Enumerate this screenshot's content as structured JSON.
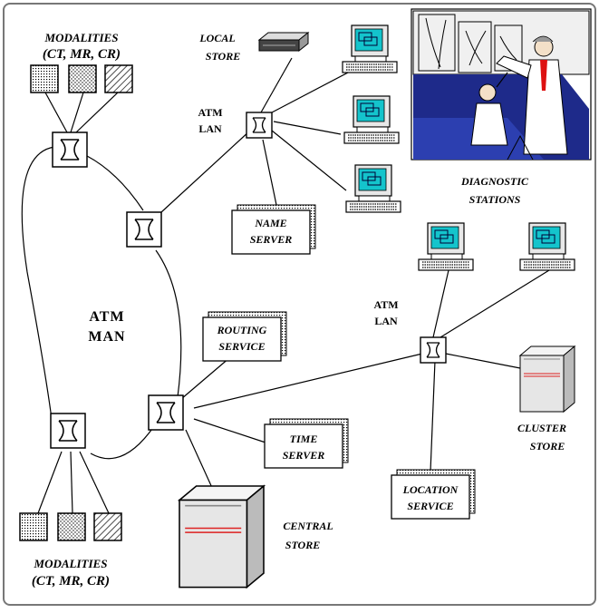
{
  "colors": {
    "frame_border": "#777777",
    "frame_fill": "#ffffff",
    "monitor_screen": "#14c4cc",
    "box_shadow": "#222222"
  },
  "labels": {
    "modalities_top_line1": "MODALITIES",
    "modalities_top_line2": "(CT, MR, CR)",
    "modalities_bottom_line1": "MODALITIES",
    "modalities_bottom_line2": "(CT, MR, CR)",
    "local_store_line1": "LOCAL",
    "local_store_line2": "STORE",
    "atm_lan_top_line1": "ATM",
    "atm_lan_top_line2": "LAN",
    "atm_lan_right_line1": "ATM",
    "atm_lan_right_line2": "LAN",
    "atm_man_line1": "ATM",
    "atm_man_line2": "MAN",
    "diagnostic_line1": "DIAGNOSTIC",
    "diagnostic_line2": "STATIONS",
    "name_server_line1": "NAME",
    "name_server_line2": "SERVER",
    "routing_line1": "ROUTING",
    "routing_line2": "SERVICE",
    "time_server_line1": "TIME",
    "time_server_line2": "SERVER",
    "location_line1": "LOCATION",
    "location_line2": "SERVICE",
    "cluster_line1": "CLUSTER",
    "cluster_line2": "STORE",
    "central_line1": "CENTRAL",
    "central_line2": "STORE"
  },
  "icons": [
    "atm-switch-icon",
    "workstation-icon",
    "modality-icon",
    "server-tower-icon",
    "storage-device-icon",
    "radiologist-illustration"
  ]
}
